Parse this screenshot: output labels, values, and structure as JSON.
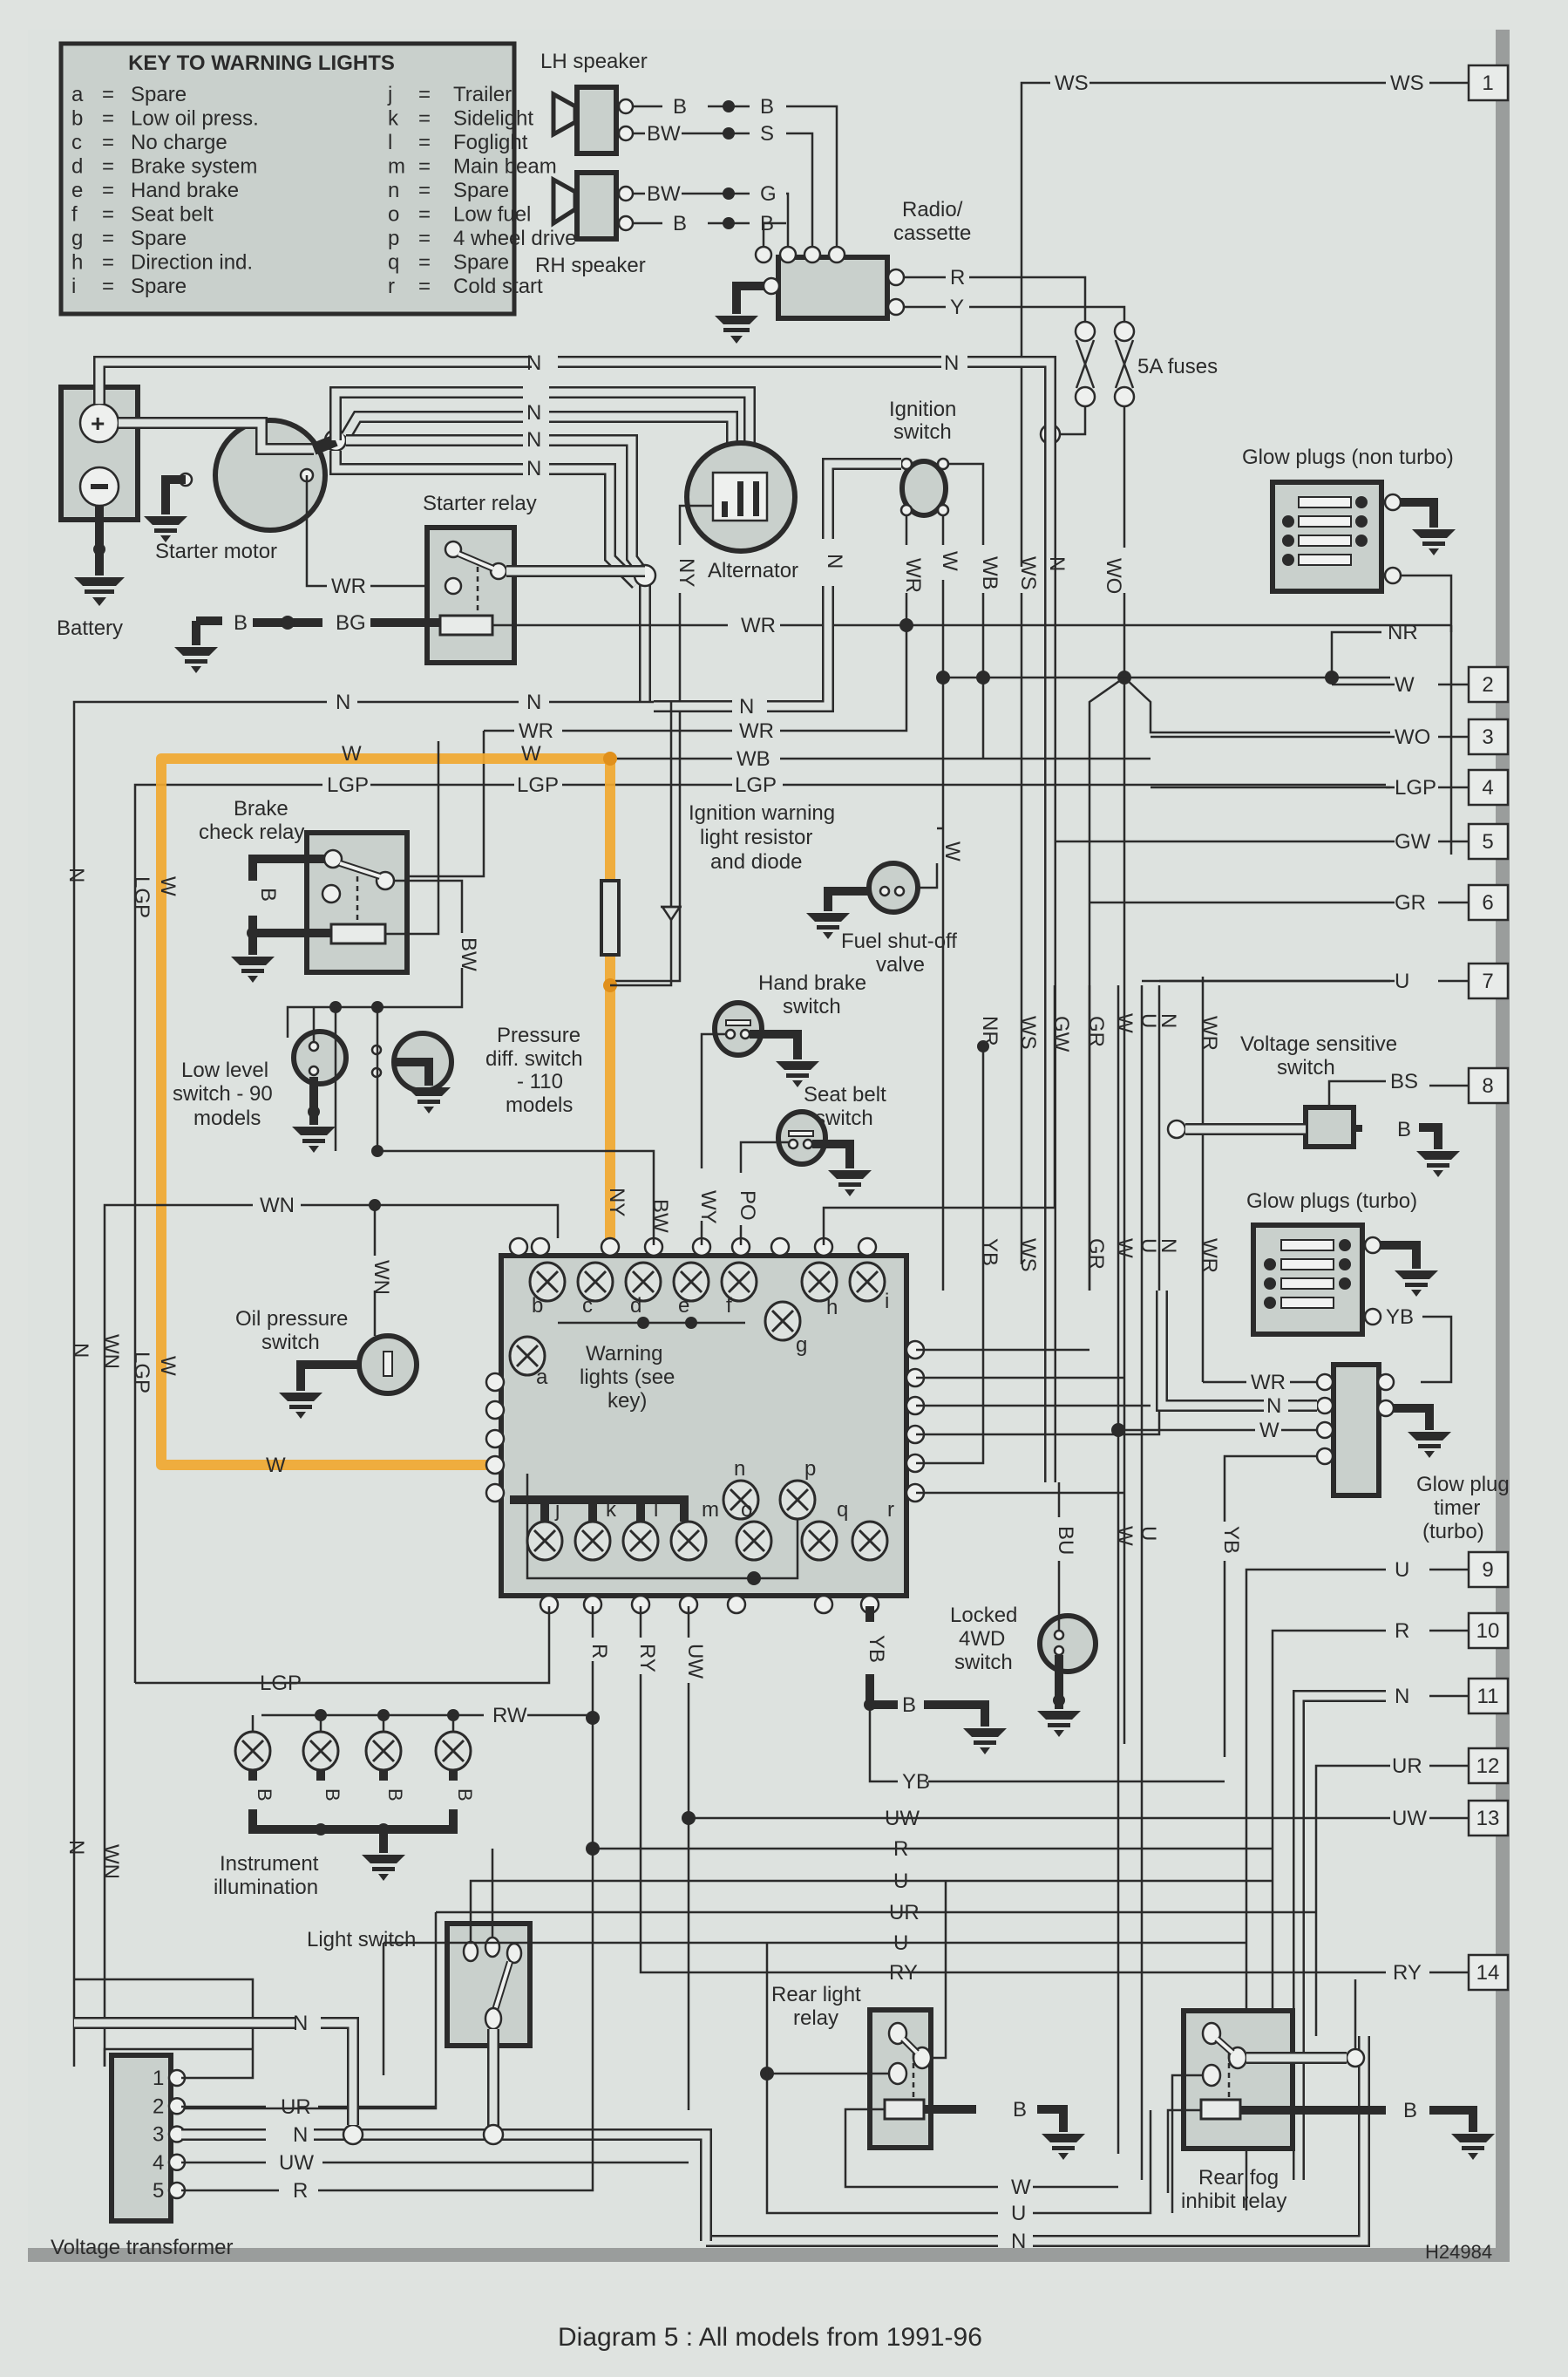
{
  "diagram": {
    "caption": "Diagram 5 : All models from 1991-96",
    "ref_code": "H24984",
    "highlight_color": "#f0a830"
  },
  "key": {
    "title": "KEY TO WARNING LIGHTS",
    "entries": [
      {
        "letter": "a",
        "eq": "=",
        "label": "Spare"
      },
      {
        "letter": "b",
        "eq": "=",
        "label": "Low oil press."
      },
      {
        "letter": "c",
        "eq": "=",
        "label": "No charge"
      },
      {
        "letter": "d",
        "eq": "=",
        "label": "Brake system"
      },
      {
        "letter": "e",
        "eq": "=",
        "label": "Hand brake"
      },
      {
        "letter": "f",
        "eq": "=",
        "label": "Seat belt"
      },
      {
        "letter": "g",
        "eq": "=",
        "label": "Spare"
      },
      {
        "letter": "h",
        "eq": "=",
        "label": "Direction ind."
      },
      {
        "letter": "i",
        "eq": "=",
        "label": "Spare"
      },
      {
        "letter": "j",
        "eq": "=",
        "label": "Trailer"
      },
      {
        "letter": "k",
        "eq": "=",
        "label": "Sidelight"
      },
      {
        "letter": "l",
        "eq": "=",
        "label": "Foglight"
      },
      {
        "letter": "m",
        "eq": "=",
        "label": "Main beam"
      },
      {
        "letter": "n",
        "eq": "=",
        "label": "Spare"
      },
      {
        "letter": "o",
        "eq": "=",
        "label": "Low fuel"
      },
      {
        "letter": "p",
        "eq": "=",
        "label": "4 wheel drive"
      },
      {
        "letter": "q",
        "eq": "=",
        "label": "Spare"
      },
      {
        "letter": "r",
        "eq": "=",
        "label": "Cold start"
      }
    ]
  },
  "components": {
    "lh_speaker": "LH speaker",
    "rh_speaker": "RH speaker",
    "radio_1": "Radio/",
    "radio_2": "cassette",
    "fuses": "5A fuses",
    "battery": "Battery",
    "starter_motor": "Starter motor",
    "starter_relay": "Starter relay",
    "alternator": "Alternator",
    "ignition_1": "Ignition",
    "ignition_2": "switch",
    "glow_nonturbo": "Glow plugs (non turbo)",
    "brake_relay_1": "Brake",
    "brake_relay_2": "check relay.",
    "ign_warn_1": "Ignition warning",
    "ign_warn_2": "light resistor",
    "ign_warn_3": "and diode",
    "fuel_1": "Fuel shut-off",
    "fuel_2": "valve",
    "handbrake_1": "Hand brake",
    "handbrake_2": "switch",
    "seatbelt_1": "Seat belt",
    "seatbelt_2": "switch",
    "lowlevel_1": "Low level",
    "lowlevel_2": "switch - 90",
    "lowlevel_3": "models",
    "pdiff_1": "Pressure",
    "pdiff_2": "diff. switch",
    "pdiff_3": "- 110",
    "pdiff_4": "models",
    "oil_1": "Oil pressure",
    "oil_2": "switch",
    "warning_1": "Warning",
    "warning_2": "lights (see",
    "warning_3": "key)",
    "vsens_1": "Voltage sensitive",
    "vsens_2": "switch",
    "glow_turbo": "Glow plugs (turbo)",
    "gtimer_1": "Glow plug",
    "gtimer_2": "timer",
    "gtimer_3": "(turbo)",
    "locked_1": "Locked",
    "locked_2": "4WD",
    "locked_3": "switch",
    "instr_1": "Instrument",
    "instr_2": "illumination",
    "light_switch": "Light switch",
    "rear_light_1": "Rear light",
    "rear_light_2": "relay",
    "rearfog_1": "Rear fog",
    "rearfog_2": "inhibit relay",
    "vtrans": "Voltage transformer"
  },
  "connectors": [
    {
      "num": "1",
      "wire": "WS"
    },
    {
      "num": "2",
      "wire": "W"
    },
    {
      "num": "3",
      "wire": "WO"
    },
    {
      "num": "4",
      "wire": "LGP"
    },
    {
      "num": "5",
      "wire": "GW"
    },
    {
      "num": "6",
      "wire": "GR"
    },
    {
      "num": "7",
      "wire": "U"
    },
    {
      "num": "8",
      "wire": "BS"
    },
    {
      "num": "9",
      "wire": "U"
    },
    {
      "num": "10",
      "wire": "R"
    },
    {
      "num": "11",
      "wire": "N"
    },
    {
      "num": "12",
      "wire": "UR"
    },
    {
      "num": "13",
      "wire": "UW"
    },
    {
      "num": "14",
      "wire": "RY"
    }
  ],
  "lamp_letters": [
    "a",
    "b",
    "c",
    "d",
    "e",
    "f",
    "g",
    "h",
    "i",
    "j",
    "k",
    "l",
    "m",
    "n",
    "o",
    "p",
    "q",
    "r"
  ],
  "transformer_pins": [
    "1",
    "2",
    "3",
    "4",
    "5"
  ],
  "wires": {
    "WS": "WS",
    "B": "B",
    "BW": "BW",
    "S": "S",
    "G": "G",
    "R": "R",
    "Y": "Y",
    "N": "N",
    "WR": "WR",
    "BG": "BG",
    "NY": "NY",
    "W": "W",
    "WB": "WB",
    "WO": "WO",
    "NR": "NR",
    "LGP": "LGP",
    "GW": "GW",
    "GR": "GR",
    "U": "U",
    "BS": "BS",
    "WN": "WN",
    "WY": "WY",
    "PO": "PO",
    "YB": "YB",
    "BU": "BU",
    "RW": "RW",
    "RY": "RY",
    "UW": "UW",
    "UR": "UR"
  }
}
